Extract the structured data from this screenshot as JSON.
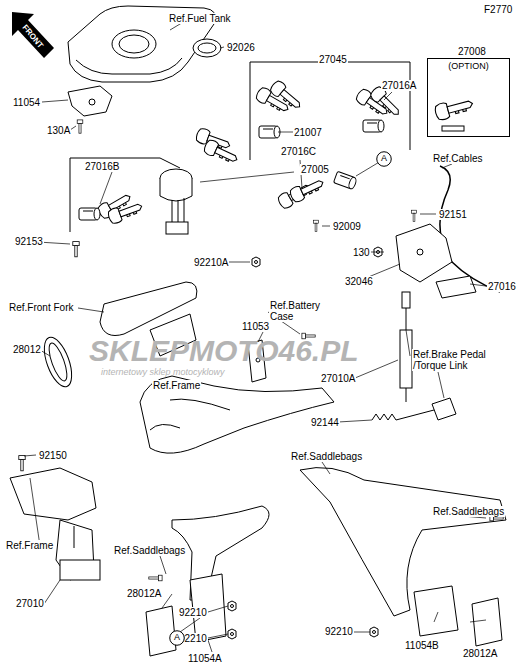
{
  "diagram": {
    "nodes": [
      {
        "text": [
          "(OPTION)"
        ]
      },
      {
        "text": [
          "A"
        ]
      },
      {
        "text": [
          "A"
        ]
      }
    ],
    "labels": [
      "F2770",
      "FRONT",
      "Ref.Fuel Tank",
      "92026",
      "27045",
      "27008",
      "11054",
      "130A",
      "27016A",
      "21007",
      "27016C",
      "27005",
      "27016B",
      "92009",
      "92153",
      "92210A",
      "Ref.Cables",
      "92151",
      "130",
      "32046",
      "27016",
      "Ref.Front Fork",
      "Ref.Battery Case",
      "11053",
      "28012",
      "Ref.Frame",
      "27010A",
      "Ref.Brake Pedal /Torque Link",
      "92144",
      "92150",
      "Ref.Saddlebags",
      "Ref.Saddlebags",
      "Ref.Frame",
      "27010",
      "Ref.Saddlebags",
      "28012A",
      "92210",
      "92210",
      "11054A",
      "92210",
      "11054B",
      "28012A",
      "SKLEPMOTO46.PL",
      "internetowy sklep motocyklowy"
    ]
  }
}
